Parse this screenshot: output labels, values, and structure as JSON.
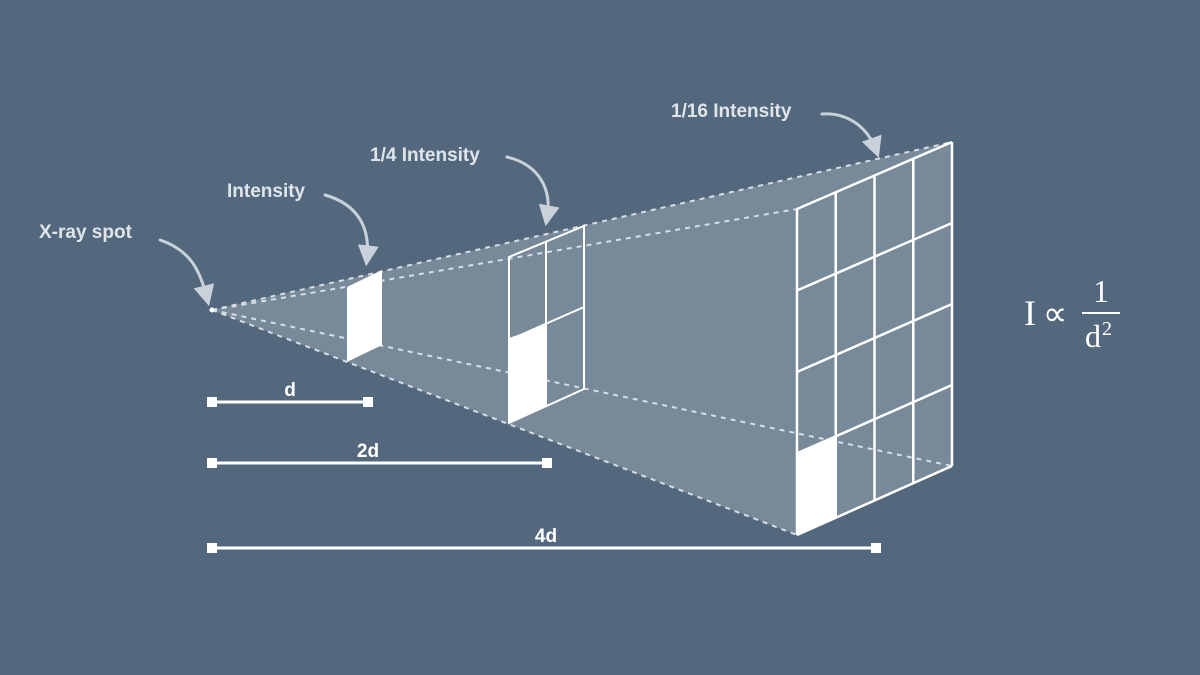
{
  "labels": {
    "source": "X-ray spot",
    "plane_1": "Intensity",
    "plane_2": "1/4 Intensity",
    "plane_3": "1/16 Intensity"
  },
  "distances": {
    "d1": "d",
    "d2": "2d",
    "d3": "4d"
  },
  "formula": {
    "lhs": "I",
    "relation": "∝",
    "numerator": "1",
    "denominator_base": "d",
    "denominator_exponent": "2"
  },
  "colors": {
    "background": "#53687d",
    "beam": "#7a8b9b",
    "grid_lines": "#ffffff",
    "label_text": "#dfe5eb",
    "arrows": "#c9d2db"
  }
}
